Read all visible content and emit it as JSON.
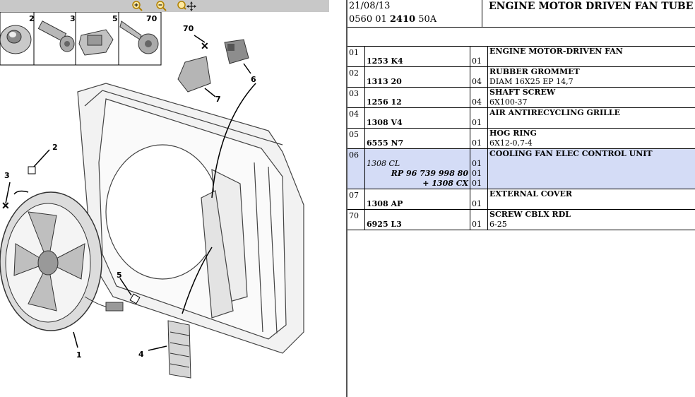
{
  "toolbar": {
    "zoom_in": "zoom-in",
    "zoom_out": "zoom-out",
    "zoom_pan": "zoom-pan"
  },
  "diagram": {
    "callouts": [
      "2",
      "3",
      "5",
      "70",
      "70",
      "6",
      "7",
      "2",
      "3",
      "5",
      "4",
      "1"
    ]
  },
  "header": {
    "date": "21/08/13",
    "ref_prefix": "0560 01 ",
    "ref_bold": "2410",
    "ref_suffix": " 50A",
    "title": "ENGINE MOTOR DRIVEN FAN TUBE"
  },
  "parts": [
    {
      "num": "01",
      "refs": [
        {
          "text": "1253 K4",
          "qty": "01"
        }
      ],
      "desc": "ENGINE MOTOR-DRIVEN FAN",
      "desc2": ""
    },
    {
      "num": "02",
      "refs": [
        {
          "text": "1313 20",
          "qty": "04"
        }
      ],
      "desc": "RUBBER GROMMET",
      "desc2": "DIAM 16X25 EP 14,7"
    },
    {
      "num": "03",
      "refs": [
        {
          "text": "1256 12",
          "qty": "04"
        }
      ],
      "desc": "SHAFT SCREW",
      "desc2": "6X100-37"
    },
    {
      "num": "04",
      "refs": [
        {
          "text": "1308 V4",
          "qty": "01"
        }
      ],
      "desc": "AIR ANTIRECYCLING GRILLE",
      "desc2": ""
    },
    {
      "num": "05",
      "refs": [
        {
          "text": "6555 N7",
          "qty": "01"
        }
      ],
      "desc": "HOG RING",
      "desc2": "6X12-0,7-4"
    },
    {
      "num": "06",
      "refs": [
        {
          "text": "1308 CL",
          "qty": "01"
        },
        {
          "text": "RP 96 739 998 80",
          "qty": "01"
        },
        {
          "text": "+ 1308 CX",
          "qty": "01"
        }
      ],
      "desc": "COOLING FAN ELEC CONTROL UNIT",
      "desc2": ""
    },
    {
      "num": "07",
      "refs": [
        {
          "text": "1308 AP",
          "qty": "01"
        }
      ],
      "desc": "EXTERNAL COVER",
      "desc2": ""
    },
    {
      "num": "70",
      "refs": [
        {
          "text": "6925 L3",
          "qty": "01"
        }
      ],
      "desc": "SCREW CBLX RDL",
      "desc2": "6-25"
    }
  ]
}
